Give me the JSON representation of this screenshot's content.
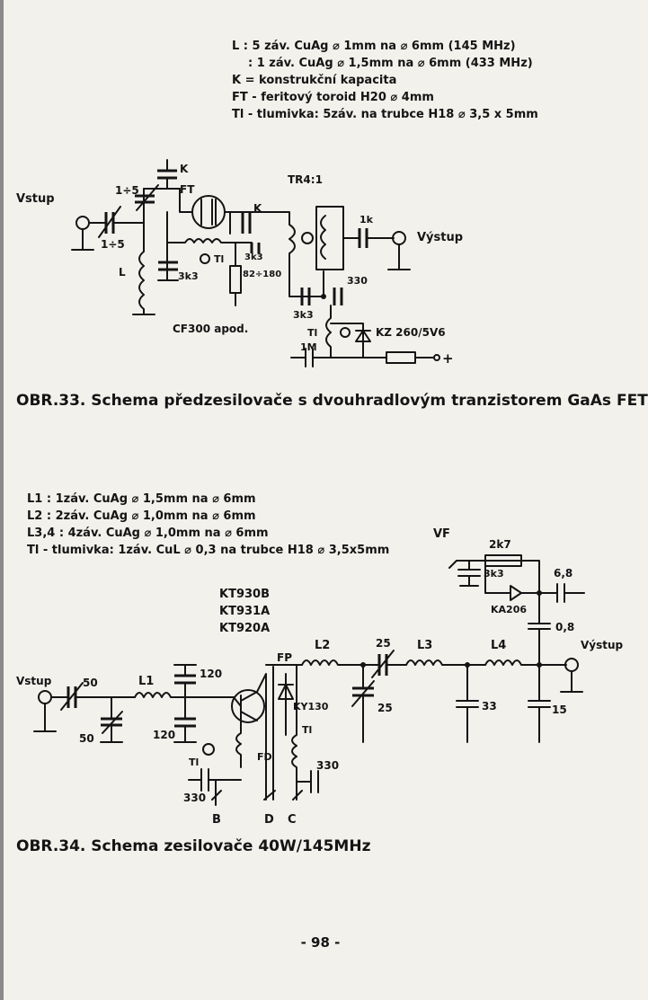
{
  "fig33": {
    "legend": [
      "L : 5 záv. CuAg ⌀ 1mm na ⌀ 6mm (145 MHz)",
      ": 1 záv. CuAg ⌀ 1,5mm na ⌀ 6mm (433 MHz)",
      "K = konstrukční kapacita",
      "FT - feritový toroid H20 ⌀ 4mm",
      "Tl - tlumivka: 5záv. na trubce H18 ⌀ 3,5 x 5mm"
    ],
    "labels": {
      "input": "Vstup",
      "output": "Výstup",
      "k_top": "K",
      "ft": "FT",
      "k_mid": "K",
      "trimmer": "1÷5",
      "trimmer_lo": "1÷5",
      "l": "L",
      "c_3k3_a": "3k3",
      "tl": "Tl",
      "c_3k3_b": "3k3",
      "r_82_180": "82÷180",
      "transformer": "TR4:1",
      "c_1k": "1k",
      "c_330": "330",
      "c_3k3_c": "3k3",
      "tl_lower": "Tl",
      "zener": "KZ 260/5V6",
      "c_1m": "1M",
      "plus": "+",
      "transistor": "CF300 apod."
    },
    "caption": "OBR.33. Schema předzesilovače s dvouhradlovým tranzistorem GaAs FET"
  },
  "fig34": {
    "legend": [
      "L1 : 1záv. CuAg ⌀ 1,5mm na ⌀ 6mm",
      "L2 : 2záv. CuAg ⌀ 1,0mm na ⌀ 6mm",
      "L3,4 : 4záv. CuAg ⌀ 1,0mm na ⌀ 6mm",
      "Tl - tlumivka: 1záv. CuL ⌀ 0,3 na trubce H18 ⌀ 3,5x5mm"
    ],
    "transistors": [
      "KT930B",
      "KT931A",
      "KT920A"
    ],
    "labels": {
      "input": "Vstup",
      "c_50_a": "50",
      "c_50_b": "50",
      "l1": "L1",
      "c_120_a": "120",
      "c_120_b": "120",
      "tl_b": "Tl",
      "c_330_b": "330",
      "node_b": "B",
      "fp": "FP",
      "fd": "FD",
      "diode": "KY130",
      "tl_c": "Tl",
      "c_330_c": "330",
      "node_d": "D",
      "node_c": "C",
      "l2": "L2",
      "c_25_a": "25",
      "c_25_b": "25",
      "l3": "L3",
      "l4": "L4",
      "c_33": "33",
      "c_15": "15",
      "vf": "VF",
      "r_2k7": "2k7",
      "c_3k3": "3k3",
      "c_6_8": "6,8",
      "diode_ka": "KA206",
      "c_0_8": "0,8",
      "output": "Výstup"
    },
    "caption": "OBR.34. Schema zesilovače 40W/145MHz"
  },
  "page_number": "- 98 -"
}
